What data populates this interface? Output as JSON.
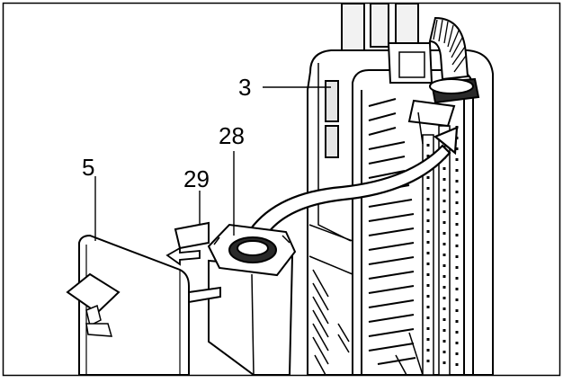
{
  "figure": {
    "type": "technical-line-illustration",
    "colors": {
      "line": "#000000",
      "fill": "#ffffff",
      "shade": "#e6e6e6",
      "dark": "#2a2a2a"
    }
  },
  "callouts": [
    {
      "id": "c3",
      "label": "3"
    },
    {
      "id": "c28",
      "label": "28"
    },
    {
      "id": "c5",
      "label": "5"
    },
    {
      "id": "c29",
      "label": "29"
    }
  ]
}
